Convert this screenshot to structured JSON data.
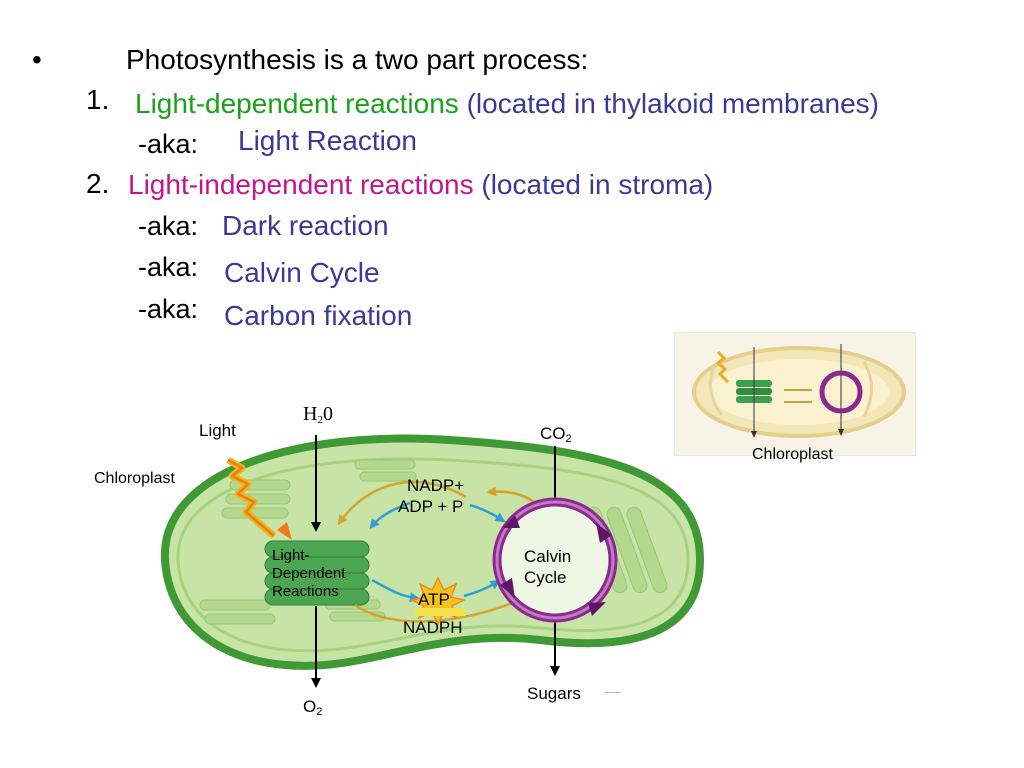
{
  "slide": {
    "bullet_glyph": "•",
    "heading": "Photosynthesis is a two part process:",
    "item1": {
      "number": "1.",
      "name": "Light-dependent reactions",
      "location": "(located in thylakoid membranes)",
      "aka_prefix": "-aka:",
      "aka": "Light Reaction"
    },
    "item2": {
      "number": "2.",
      "name": "Light-independent reactions",
      "location": "(located in stroma)",
      "aka_prefix": "-aka:",
      "akas": [
        "Dark reaction",
        "Calvin Cycle",
        "Carbon fixation"
      ]
    }
  },
  "diagram": {
    "h2o_base": "H",
    "h2o_sub": "2",
    "h2o_tail": "0",
    "light": "Light",
    "chloroplast": "Chloroplast",
    "co2_base": "CO",
    "co2_sub": "2",
    "nadp": "NADP+",
    "adp": "ADP + P",
    "ldr_line1": "Light-",
    "ldr_line2": "Dependent",
    "ldr_line3": "Reactions",
    "calvin_line1": "Calvin",
    "calvin_line2": "Cycle",
    "atp": "ATP",
    "nadph": "NADPH",
    "sugars": "Sugars",
    "o2_base": "O",
    "o2_sub": "2"
  },
  "thumbnail": {
    "caption": "Chloroplast"
  },
  "colors": {
    "light_reaction_text": "#1aa31a",
    "light_independent_text": "#c0178a",
    "secondary_text": "#3a3a96",
    "chloroplast_fill": "#c8e3a6",
    "chloroplast_border": "#3f9a36",
    "calvin_cycle_ring": "#8b2a8e",
    "cycle_arrows": "#2f9fd1"
  }
}
